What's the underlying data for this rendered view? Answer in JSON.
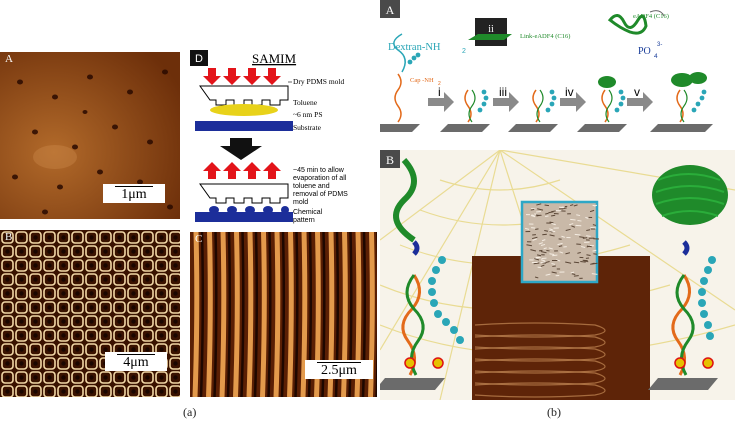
{
  "caption_a": "(a)",
  "caption_b": "(b)",
  "left": {
    "panel_a": {
      "tag": "A",
      "scale": "1μm"
    },
    "panel_b": {
      "tag": "B",
      "scale": "4μm"
    },
    "panel_c": {
      "tag": "C",
      "scale": "2.5μm"
    },
    "panel_d": {
      "tag": "D",
      "title": "SAMIM",
      "label_mold": "Dry PDMS mold",
      "label_toluene": "Toluene",
      "label_ps": "~6 nm PS",
      "label_substrate": "Substrate",
      "label_evap_1": "~45 min to allow",
      "label_evap_2": "evaporation of all",
      "label_evap_3": "toluene and",
      "label_evap_4": "removal of PDMS",
      "label_evap_5": "mold",
      "label_pattern_1": "Chemical",
      "label_pattern_2": "pattern"
    }
  },
  "right": {
    "panel_a": {
      "tag": "A",
      "dextran": "Dextran-NH",
      "dextran_sub": "2",
      "cap": "Cap -NH",
      "cap_sub": "2",
      "link": "Link-eADF4 (C16)",
      "eadf": "eADF4 (C16)",
      "po4": "PO",
      "po4_sub": "4",
      "po4_sup": "3-",
      "step_ii": "ii",
      "step_i": "i",
      "step_iii": "iii",
      "step_iv": "iv",
      "step_v": "v"
    },
    "panel_b": {
      "tag": "B"
    }
  },
  "colors": {
    "afm_dark": "#3a1200",
    "afm_mid": "#8a3a0c",
    "afm_light": "#f2d7a6",
    "arrow_red": "#e3141a",
    "dextran_teal": "#2aa6b7",
    "silk_green": "#1f8a2a",
    "inset_border": "#2ea7c6"
  }
}
